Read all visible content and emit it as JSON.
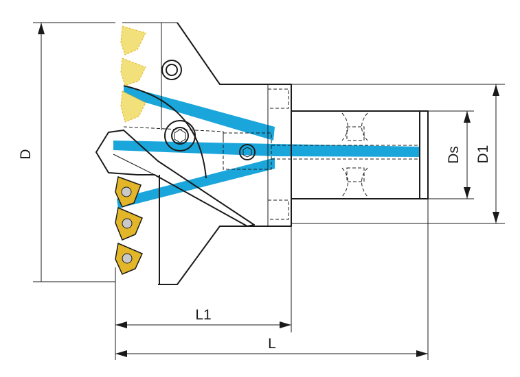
{
  "labels": {
    "D": "D",
    "D1": "D1",
    "Ds": "Ds",
    "L": "L",
    "L1": "L1"
  },
  "colors": {
    "coolant": "#1aa6da",
    "insert_gold": "#e3b62a",
    "insert_ghost": "#f2e07a",
    "line": "#1a1a1a"
  },
  "icons": {
    "insert": "trigon-insert-icon",
    "screw": "hex-socket-screw-icon"
  }
}
